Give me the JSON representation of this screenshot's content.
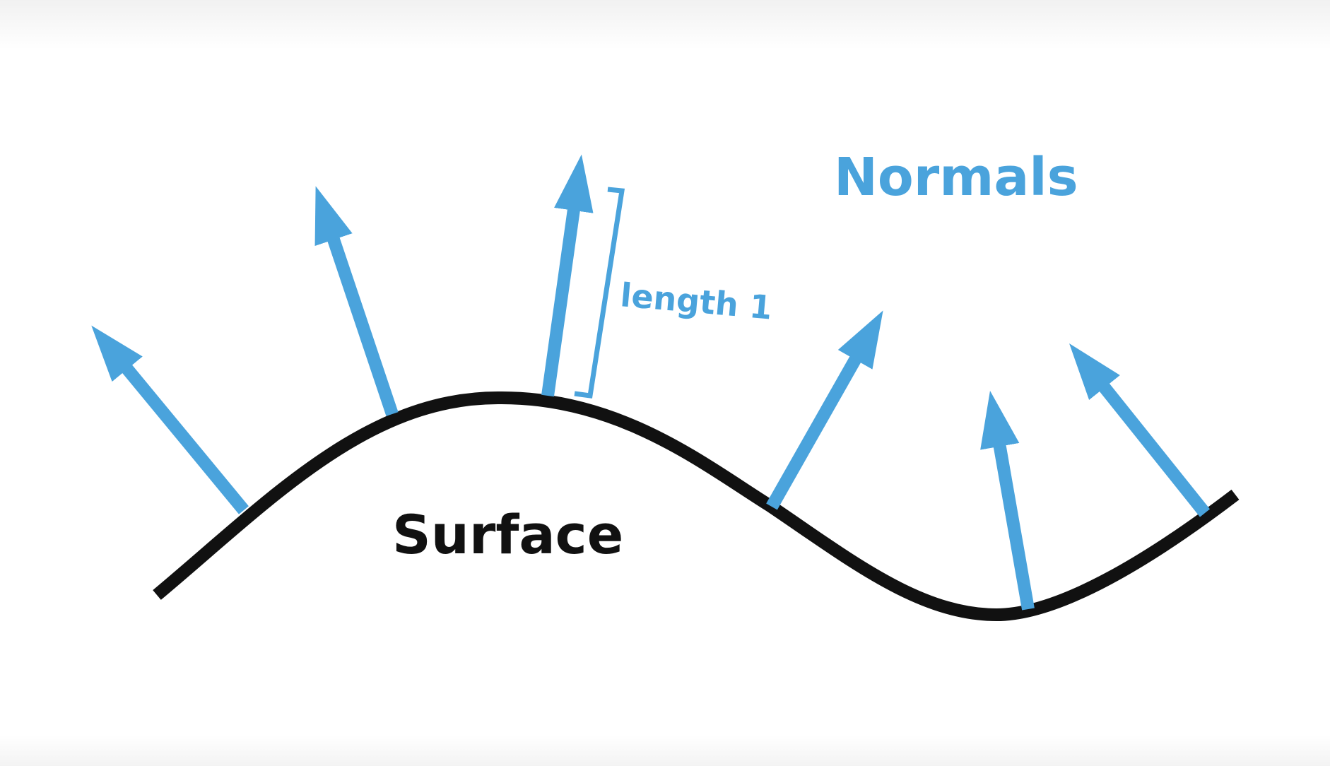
{
  "title": "Normals",
  "surface_label": "Surface",
  "length_label": "length 1",
  "colors": {
    "normal": "#4aa3dc",
    "surface": "#111111",
    "background": "#ffffff"
  }
}
